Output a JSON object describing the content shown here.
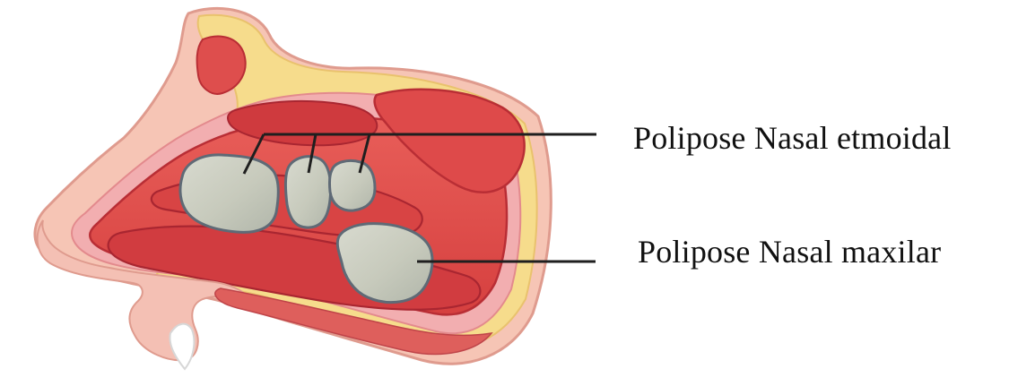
{
  "labels": {
    "ethmoidal": "Polipose Nasal etmoidal",
    "maxillary": "Polipose Nasal maxilar"
  },
  "colors": {
    "background": "#ffffff",
    "skin": "#f6c5b5",
    "bone_yellow": "#f6dc8c",
    "cavity_red": "#e2494a",
    "turbinate_red": "#cf3a3e",
    "dark_red": "#b92e35",
    "polyp_fill": "#c9ccbf",
    "polyp_outline": "#5f6a76",
    "leader_line": "#1f1f1f"
  },
  "icons": {
    "nasal_diagram": "nasal-anatomy-illustration"
  }
}
